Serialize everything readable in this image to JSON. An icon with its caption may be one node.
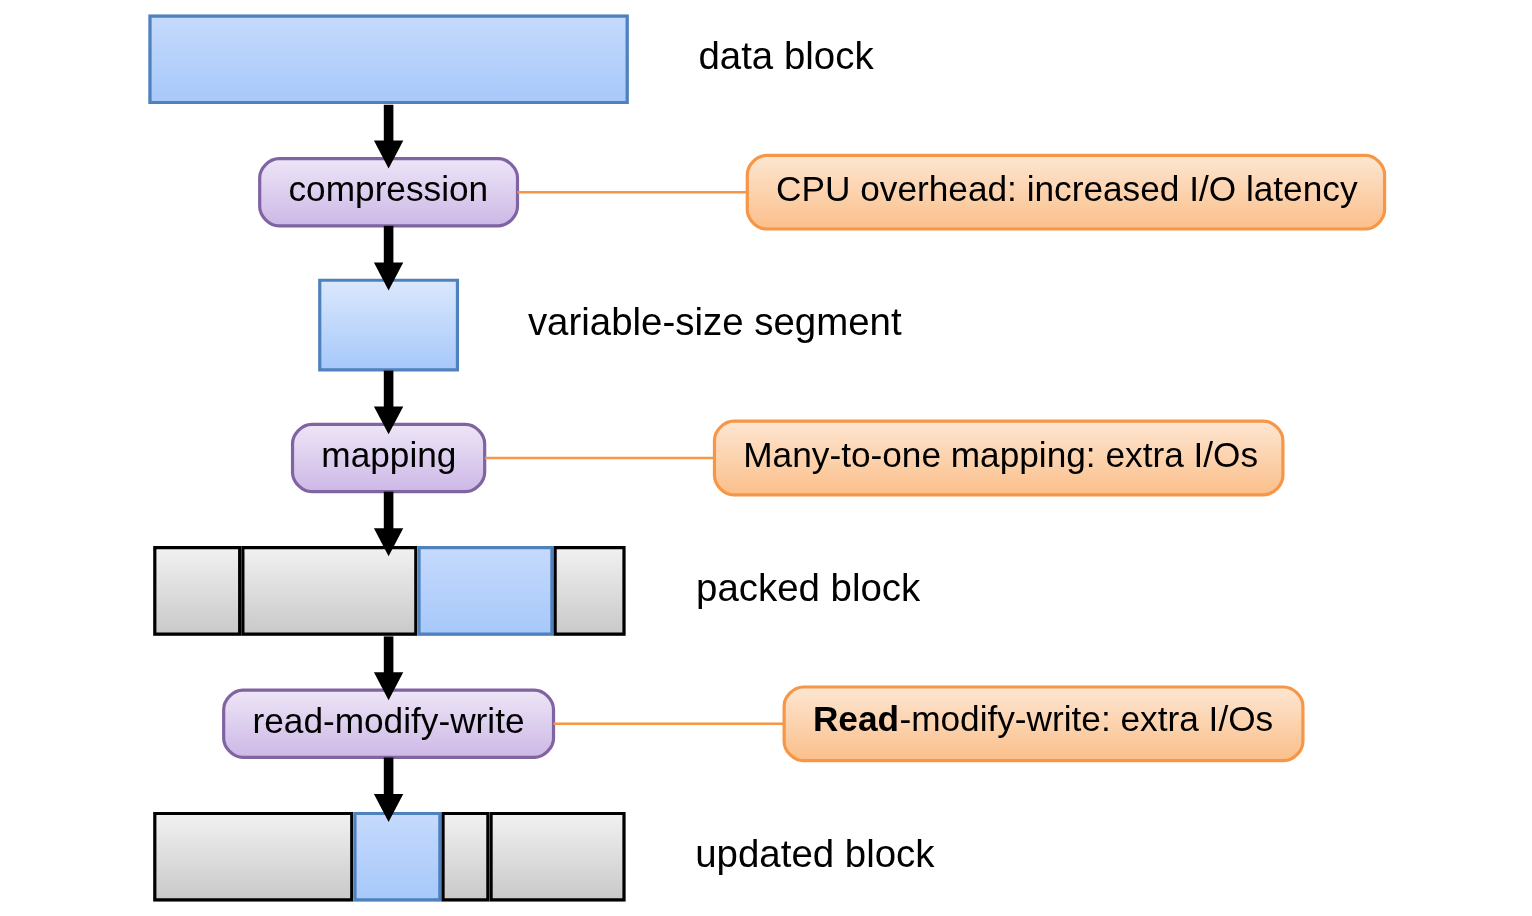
{
  "diagram": {
    "nodes": [
      {
        "text": [],
        "shape": "bar",
        "beside": [
          "data block"
        ]
      },
      {
        "text": [
          "compression"
        ]
      },
      {
        "text": [],
        "shape": "box",
        "beside": [
          "variable-size segment"
        ]
      },
      {
        "text": [
          "mapping"
        ]
      },
      {
        "text": [],
        "shape": "bar",
        "beside": [
          "packed block"
        ]
      },
      {
        "text": [
          "read-modify-write"
        ]
      },
      {
        "text": [],
        "shape": "bar",
        "beside": [
          "updated block"
        ]
      },
      {
        "text": [
          "CPU overhead: increased I/O latency"
        ]
      },
      {
        "text": [
          "Many-to-one mapping: extra I/Os"
        ]
      },
      {
        "text": [
          "**Read**-modify-write: extra I/Os"
        ]
      }
    ],
    "edges": [
      {
        "from": 0,
        "to": 1,
        "arrow": "to"
      },
      {
        "from": 1,
        "to": 2,
        "arrow": "to"
      },
      {
        "from": 2,
        "to": 3,
        "arrow": "to"
      },
      {
        "from": 3,
        "to": 4,
        "arrow": "to"
      },
      {
        "from": 4,
        "to": 5,
        "arrow": "to"
      },
      {
        "from": 5,
        "to": 6,
        "arrow": "to"
      },
      {
        "from": 1,
        "to": 7,
        "arrow": "none",
        "color": "#f79646"
      },
      {
        "from": 3,
        "to": 8,
        "arrow": "none",
        "color": "#f79646"
      },
      {
        "from": 5,
        "to": 9,
        "arrow": "none",
        "color": "#f79646"
      }
    ]
  }
}
